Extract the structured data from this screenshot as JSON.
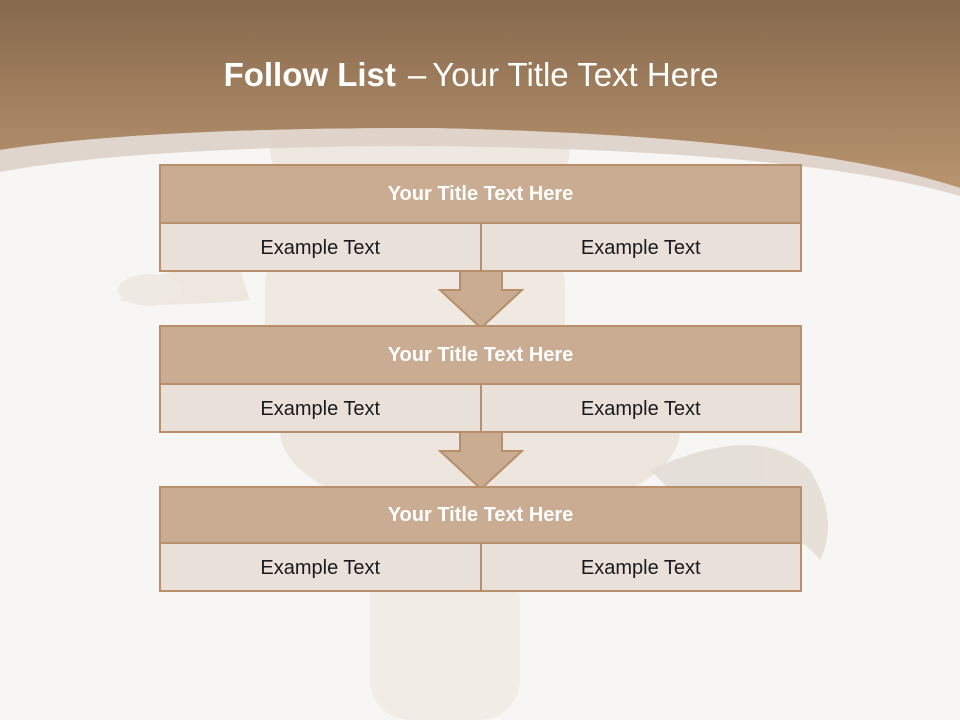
{
  "slide": {
    "title_bold": "Follow List",
    "title_dash": "–",
    "title_rest": "Your Title Text Here"
  },
  "steps": [
    {
      "title": "Your Title Text Here",
      "left_text": "Example Text",
      "right_text": "Example Text"
    },
    {
      "title": "Your Title Text Here",
      "left_text": "Example Text",
      "right_text": "Example Text"
    },
    {
      "title": "Your Title Text Here",
      "left_text": "Example Text",
      "right_text": "Example Text"
    }
  ],
  "colors": {
    "header_band": "#a98663",
    "box_header": "#c9ac91",
    "box_body": "#eae0da",
    "border": "#b88f6b",
    "background": "#f8f6f4"
  }
}
